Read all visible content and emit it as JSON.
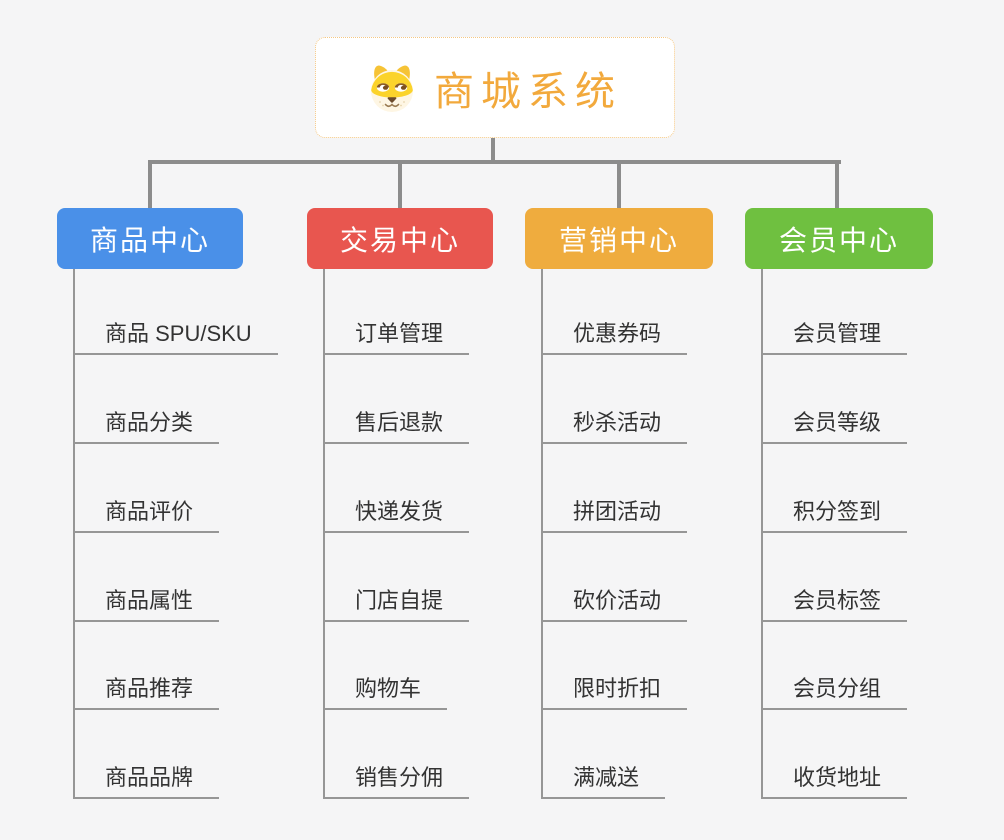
{
  "root": {
    "title": "商城系统",
    "icon": "dog-icon"
  },
  "colors": {
    "canvas_bg": "#F5F5F6",
    "root_text": "#F2A93C",
    "root_border": "#F5C884",
    "connector": "#8C8C8C",
    "child_line": "#969696",
    "child_text": "#333333",
    "branch_blue": "#4A90E8",
    "branch_red": "#E8564F",
    "branch_orange": "#EFAC3E",
    "branch_green": "#6FC040"
  },
  "branches": [
    {
      "label": "商品中心",
      "color": "#4A90E8",
      "children": [
        "商品 SPU/SKU",
        "商品分类",
        "商品评价",
        "商品属性",
        "商品推荐",
        "商品品牌"
      ]
    },
    {
      "label": "交易中心",
      "color": "#E8564F",
      "children": [
        "订单管理",
        "售后退款",
        "快递发货",
        "门店自提",
        "购物车",
        "销售分佣"
      ]
    },
    {
      "label": "营销中心",
      "color": "#EFAC3E",
      "children": [
        "优惠券码",
        "秒杀活动",
        "拼团活动",
        "砍价活动",
        "限时折扣",
        "满减送"
      ]
    },
    {
      "label": "会员中心",
      "color": "#6FC040",
      "children": [
        "会员管理",
        "会员等级",
        "积分签到",
        "会员标签",
        "会员分组",
        "收货地址"
      ]
    }
  ]
}
